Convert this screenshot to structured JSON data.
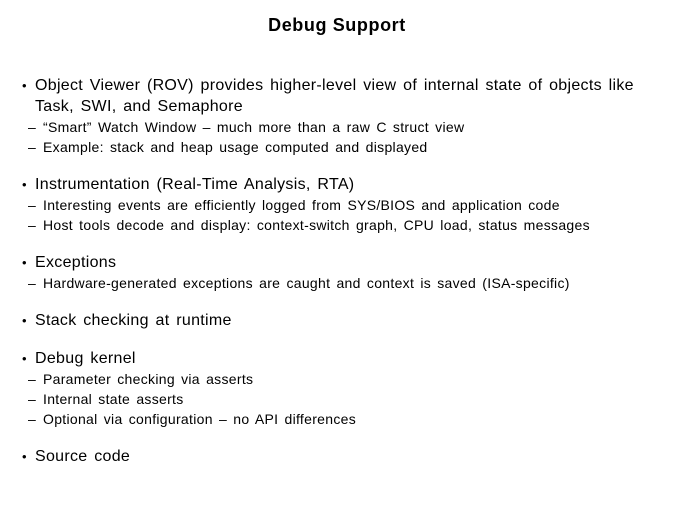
{
  "slide": {
    "title": "Debug Support",
    "markers": {
      "level1": "•",
      "level2": "–"
    },
    "colors": {
      "background": "#ffffff",
      "text": "#000000"
    },
    "groups": [
      {
        "heading": "Object Viewer (ROV) provides higher-level view of internal state of objects like Task, SWI, and Semaphore",
        "subs": [
          "“Smart” Watch Window – much more than a raw C struct view",
          "Example: stack and heap usage computed and displayed"
        ]
      },
      {
        "heading": "Instrumentation (Real-Time Analysis, RTA)",
        "subs": [
          "Interesting events are efficiently logged from SYS/BIOS and application code",
          "Host tools decode and display: context-switch graph, CPU load, status messages"
        ]
      },
      {
        "heading": "Exceptions",
        "subs": [
          "Hardware-generated exceptions are caught and context is saved (ISA-specific)"
        ]
      },
      {
        "heading": "Stack checking at runtime",
        "subs": []
      },
      {
        "heading": "Debug kernel",
        "subs": [
          "Parameter checking via asserts",
          "Internal  state asserts",
          "Optional via configuration – no API differences"
        ]
      },
      {
        "heading": "Source code",
        "subs": []
      }
    ]
  }
}
